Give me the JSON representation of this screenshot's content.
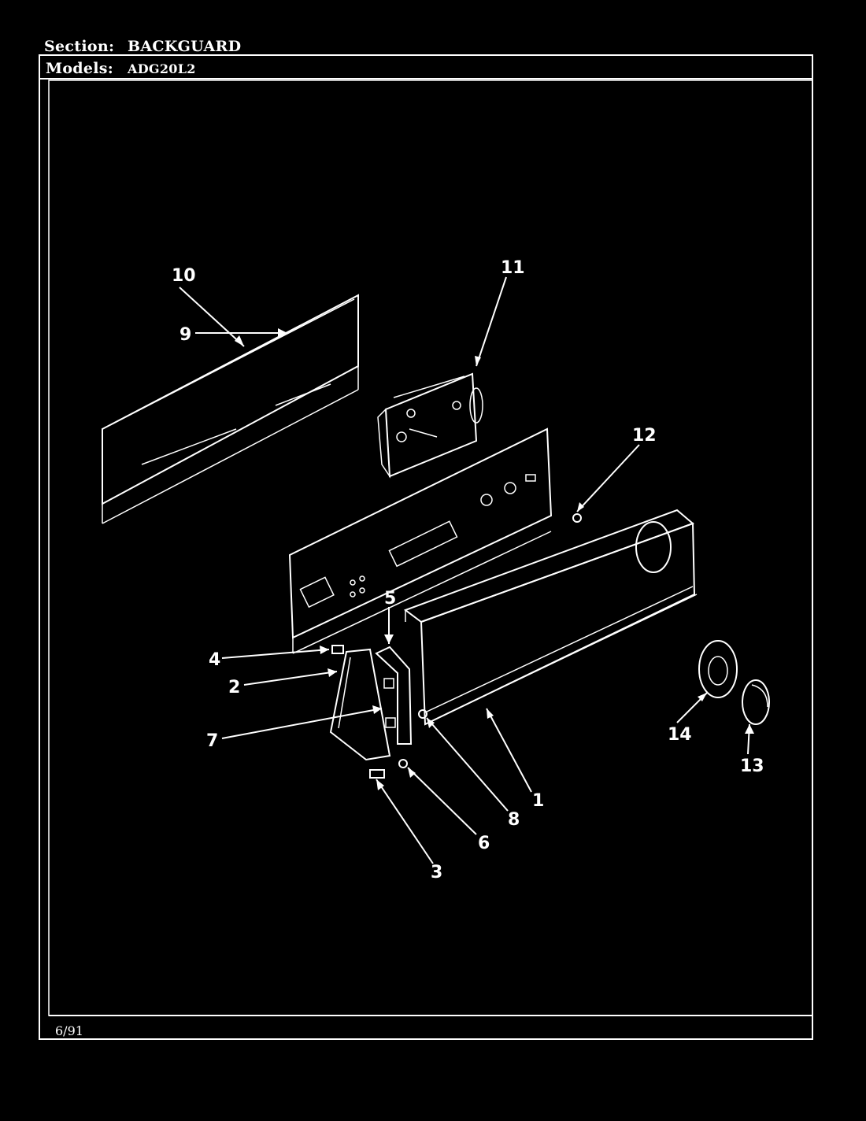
{
  "header": {
    "section_label": "Section:",
    "section_value": "BACKGUARD",
    "models_label": "Models:",
    "models_value": "ADG20L2"
  },
  "footer": {
    "date": "6/91"
  },
  "callouts": [
    "1",
    "2",
    "3",
    "4",
    "5",
    "6",
    "7",
    "8",
    "9",
    "10",
    "11",
    "12",
    "13",
    "14"
  ],
  "colors": {
    "background": "#000000",
    "ink": "#ffffff"
  }
}
